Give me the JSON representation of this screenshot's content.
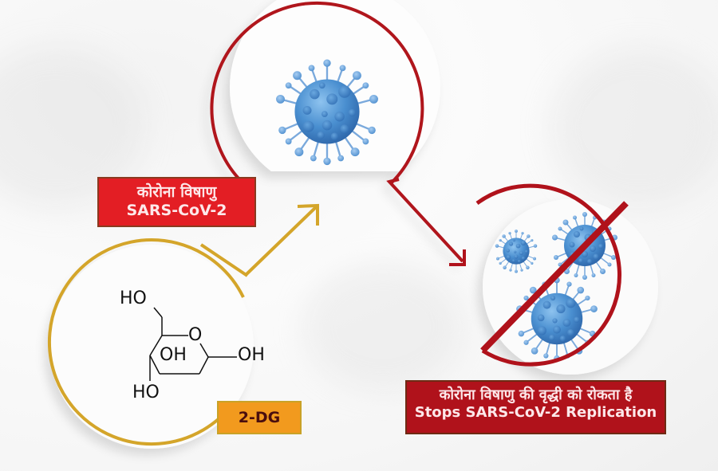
{
  "labels": {
    "virus": {
      "line1": "कोरोना विषाणु",
      "line2": "SARS-CoV-2"
    },
    "drug": "2-DG",
    "result": {
      "line1": "कोरोना विषाणु की वृद्धी को रोकता है",
      "line2": "Stops SARS-CoV-2 Replication"
    }
  },
  "molecule": {
    "groups": [
      "HO",
      "O",
      "OH",
      "OH",
      "HO"
    ]
  },
  "icons": [
    "virus-icon",
    "virus-cluster-icon",
    "prohibition-icon",
    "arrow-icon"
  ],
  "colors": {
    "virus_circle": "#b0121b",
    "drug_circle": "#d4a52a",
    "virus_label": "#e31e24",
    "result_label": "#b0121b",
    "drug_label": "#f29a1e",
    "virus_body": "#4a8fd0"
  }
}
